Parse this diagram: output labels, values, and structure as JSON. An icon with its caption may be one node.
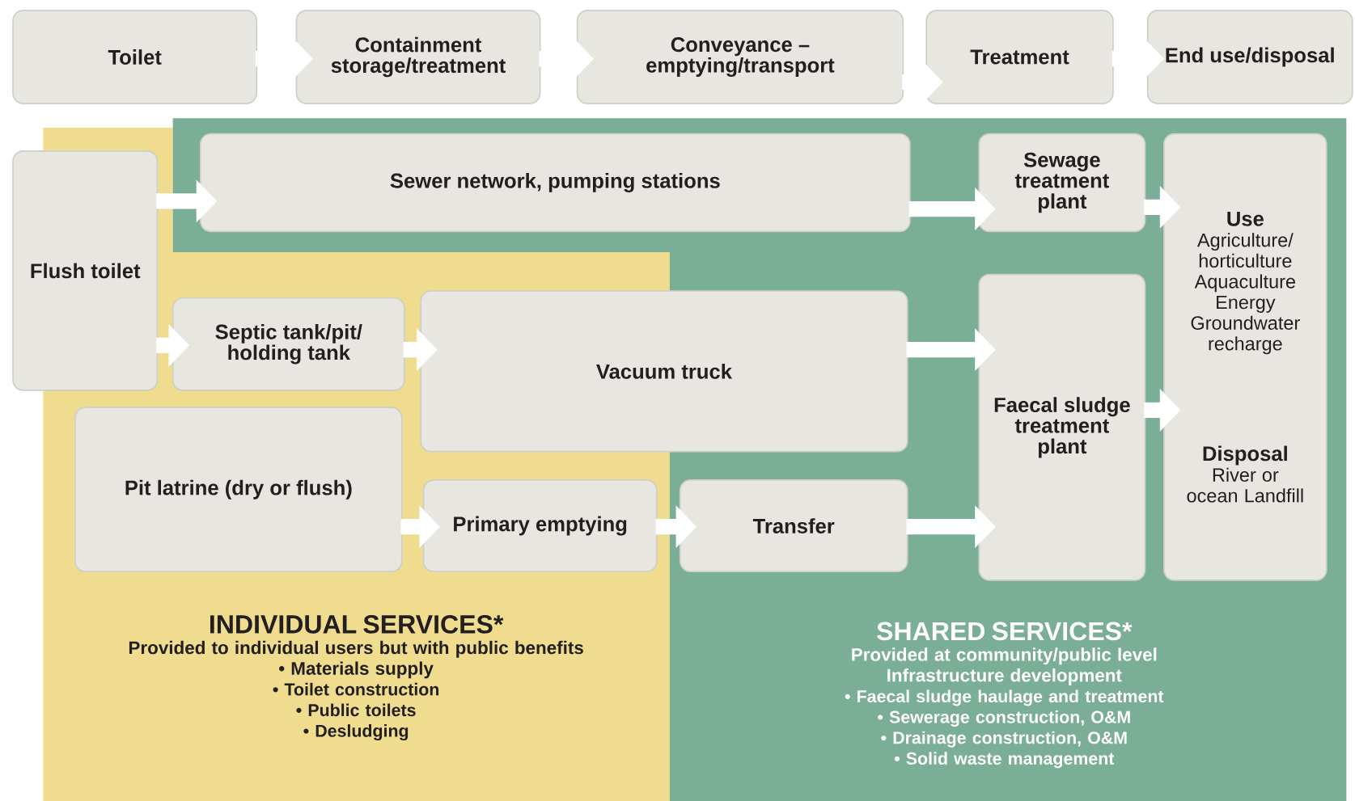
{
  "diagram": {
    "nodes": [
      {
        "text": [
          "Toilet"
        ]
      },
      {
        "text": [
          "Containment storage/treatment"
        ]
      },
      {
        "text": [
          "Conveyance – emptying/transport"
        ]
      },
      {
        "text": [
          "Treatment"
        ]
      },
      {
        "text": [
          "End use/disposal"
        ]
      },
      {
        "text": [
          "INDIVIDUAL SERVICES*",
          "Provided to individual users but with public benefits",
          "• Materials supply",
          "• Toilet construction",
          "• Public toilets",
          "• Desludging"
        ]
      },
      {
        "text": [
          "SHARED SERVICES*",
          "Provided at community/public level",
          "Infrastructure development",
          "• Faecal sludge haulage and treatment",
          "• Sewerage construction, O&M",
          "• Drainage construction, O&M",
          "• Solid waste management"
        ]
      },
      {
        "text": [
          "Flush toilet"
        ]
      },
      {
        "text": [
          "Sewer network, pumping stations"
        ],
        "in": 6
      },
      {
        "text": [
          "Sewage treatment plant"
        ],
        "in": 6
      },
      {
        "text": [
          "Use",
          "Agriculture/ horticulture Aquaculture Energy Groundwater recharge",
          "Disposal",
          "River or ocean Landfill"
        ],
        "in": 6
      },
      {
        "text": [
          "Septic tank/pit/ holding tank"
        ],
        "in": 5
      },
      {
        "text": [
          "Vacuum truck"
        ]
      },
      {
        "text": [
          "Faecal sludge treatment plant"
        ],
        "in": 6
      },
      {
        "text": [
          "Pit latrine (dry or flush)"
        ],
        "in": 5
      },
      {
        "text": [
          "Primary emptying"
        ],
        "in": 5
      },
      {
        "text": [
          "Transfer"
        ],
        "in": 6
      }
    ],
    "edges": [
      {
        "from": 0,
        "to": 1,
        "arrow": "to"
      },
      {
        "from": 1,
        "to": 2,
        "arrow": "to"
      },
      {
        "from": 2,
        "to": 3,
        "arrow": "to"
      },
      {
        "from": 3,
        "to": 4,
        "arrow": "to"
      },
      {
        "from": 7,
        "to": 8,
        "arrow": "to"
      },
      {
        "from": 8,
        "to": 9,
        "arrow": "to"
      },
      {
        "from": 9,
        "to": 10,
        "arrow": "to"
      },
      {
        "from": 7,
        "to": 11,
        "arrow": "to"
      },
      {
        "from": 11,
        "to": 12,
        "arrow": "to"
      },
      {
        "from": 12,
        "to": 13,
        "arrow": "to"
      },
      {
        "from": 14,
        "to": 15,
        "arrow": "to"
      },
      {
        "from": 15,
        "to": 16,
        "arrow": "to"
      },
      {
        "from": 16,
        "to": 13,
        "arrow": "to"
      },
      {
        "from": 13,
        "to": 10,
        "arrow": "to"
      }
    ]
  }
}
